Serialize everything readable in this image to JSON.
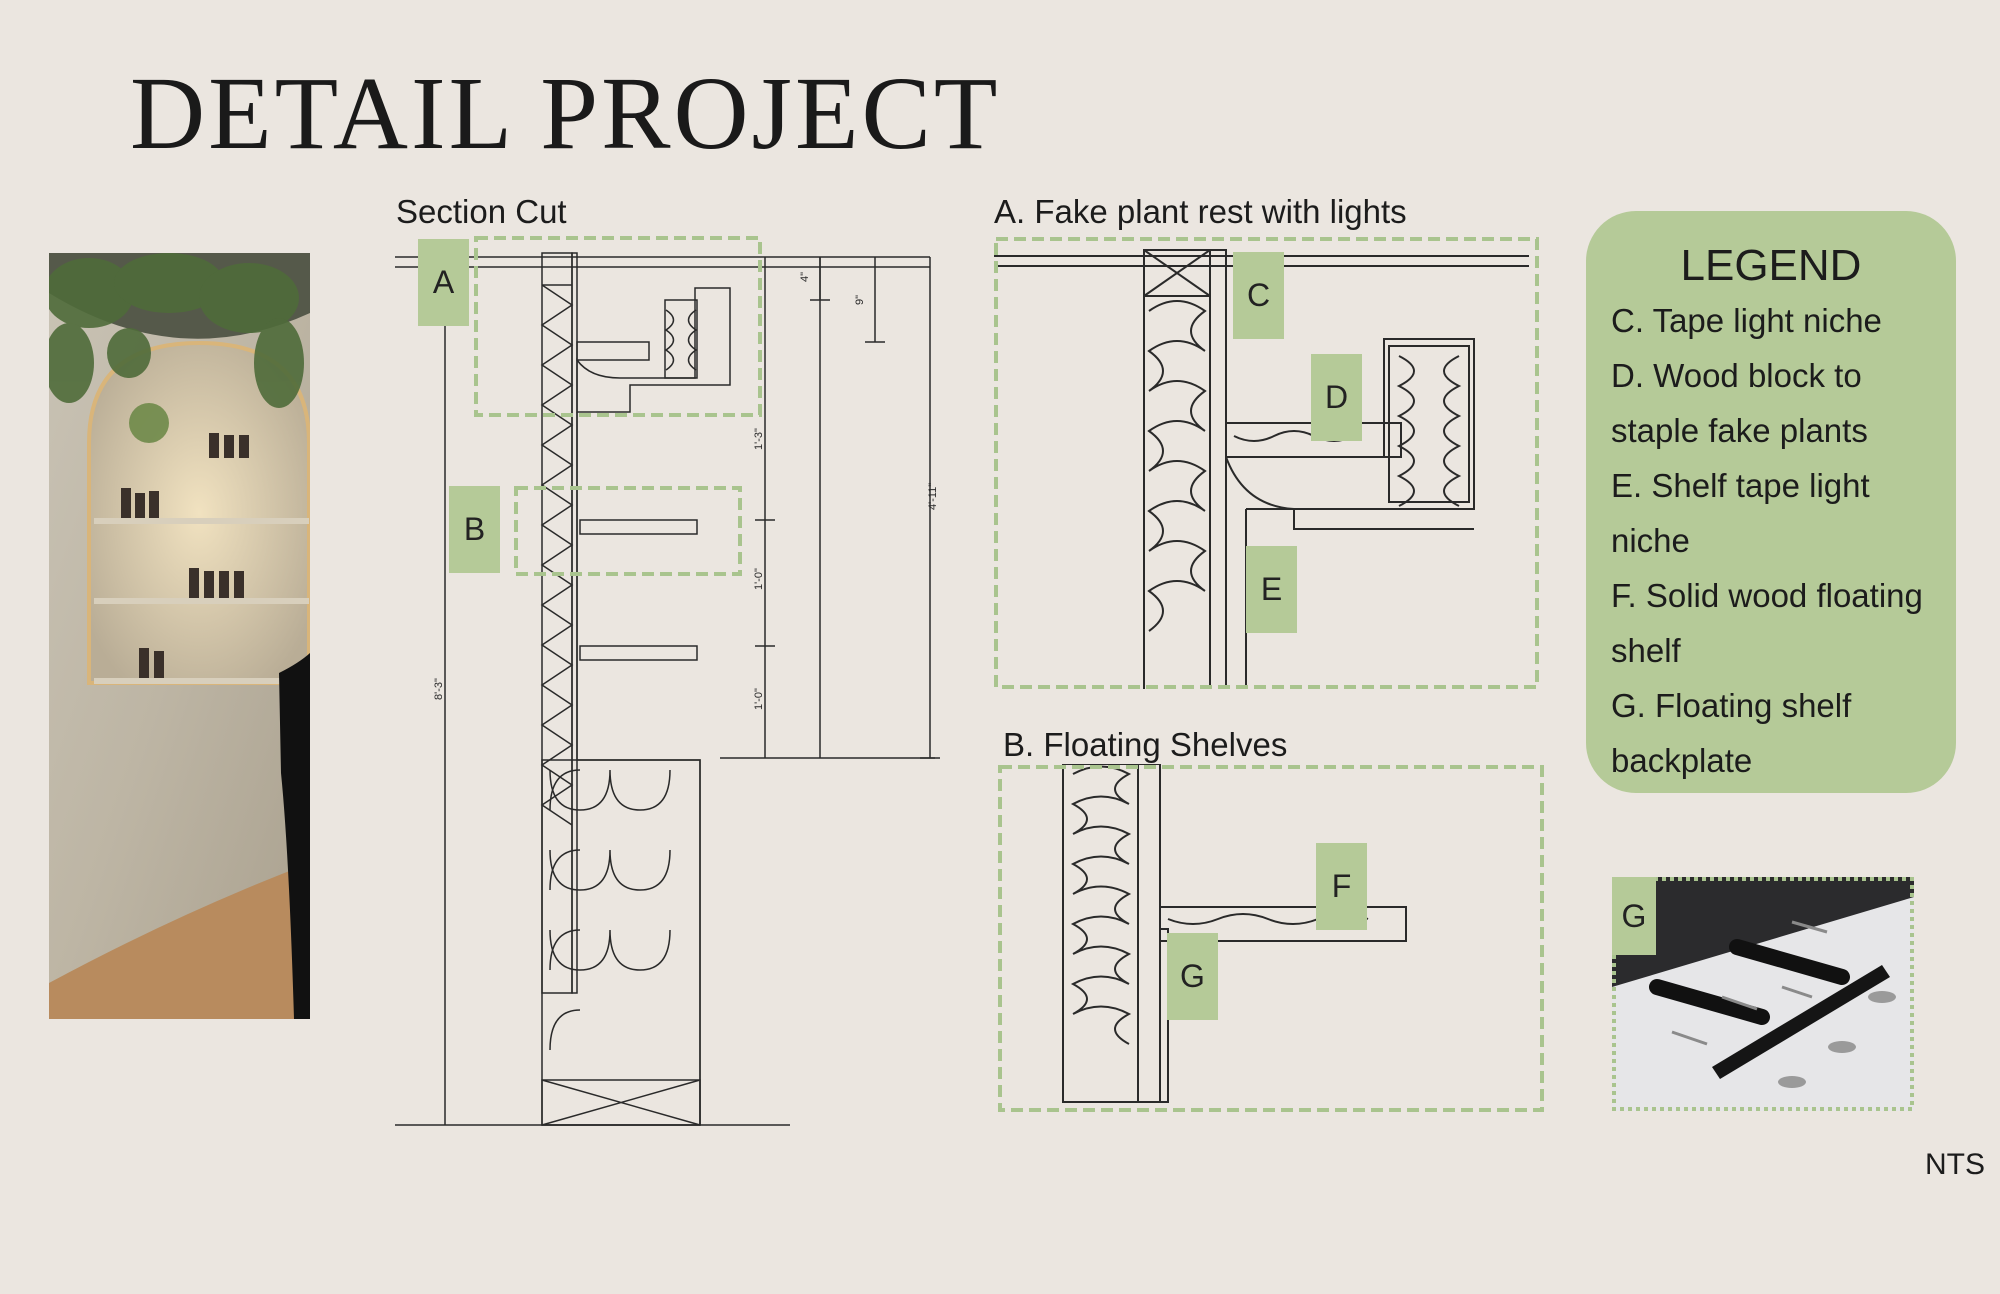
{
  "title": "DETAIL PROJECT",
  "captions": {
    "section_cut": "Section Cut",
    "detail_a": "A. Fake plant rest with lights",
    "detail_b": "B. Floating Shelves"
  },
  "tags": {
    "a": "A",
    "b": "B",
    "c": "C",
    "d": "D",
    "e": "E",
    "f": "F",
    "g": "G",
    "g_photo": "G"
  },
  "dimensions": {
    "d1": "4\"",
    "d2": "9\"",
    "d3": "1'-3\"",
    "d4": "1'-0\"",
    "d5": "1'-0\"",
    "d6": "4'-11\"",
    "d7": "8'-3\""
  },
  "legend": {
    "title": "LEGEND",
    "items": [
      "C. Tape light niche",
      "D. Wood block to staple fake plants",
      "E. Shelf tape light niche",
      "F. Solid wood floating shelf",
      "G. Floating shelf backplate"
    ]
  },
  "note": "NTS",
  "colors": {
    "background": "#ebe6e0",
    "accent_green": "#b5ca98",
    "dashed_green": "#a9c48e",
    "line": "#2a2a2a"
  }
}
